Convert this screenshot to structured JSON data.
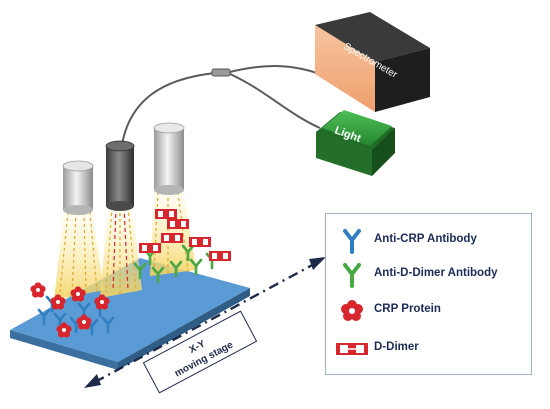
{
  "devices": {
    "spectrometer_label": "Spectrometer",
    "light_label": "Light"
  },
  "stage": {
    "label_line1": "X-Y",
    "label_line2": "moving stage"
  },
  "legend": {
    "items": [
      {
        "label": "Anti-CRP Antibody",
        "symbol": "antibody-icon",
        "color": "#2f7fc2"
      },
      {
        "label": "Anti-D-Dimer Antibody",
        "symbol": "antibody-icon",
        "color": "#49a843"
      },
      {
        "label": "CRP Protein",
        "symbol": "flower-icon",
        "color": "#d7262d"
      },
      {
        "label": "D-Dimer",
        "symbol": "dimer-icon",
        "color": "#d7262d"
      }
    ]
  },
  "colors": {
    "spectrometer_front": "#f3b38a",
    "light_green": "#2f9b3a",
    "stage_blue": "#5b9bd5",
    "legend_text": "#1d2b57",
    "beam_yellow": "#f2d15a"
  }
}
